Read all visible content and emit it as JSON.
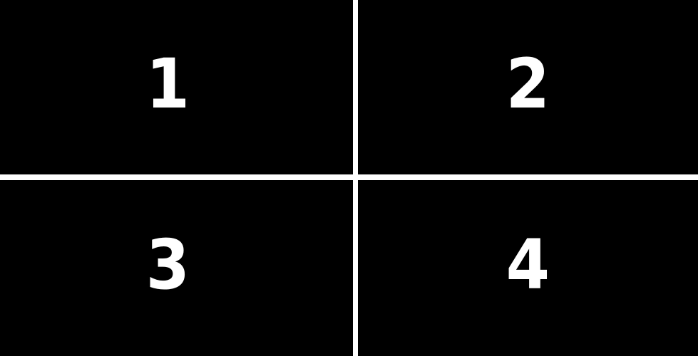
{
  "panels": [
    {
      "label": "1"
    },
    {
      "label": "2"
    },
    {
      "label": "3"
    },
    {
      "label": "4"
    }
  ],
  "colors": {
    "panel_background": "#000000",
    "divider": "#ffffff",
    "label_text": "#ffffff"
  }
}
